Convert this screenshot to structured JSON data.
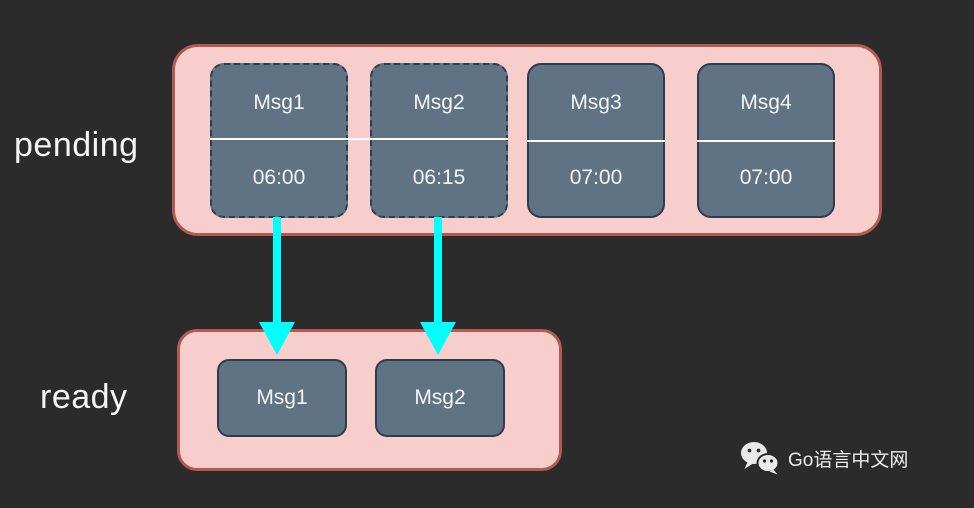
{
  "colors": {
    "background": "#2b2b2b",
    "container_fill": "#f8cecc",
    "container_border": "#b05a52",
    "box_fill": "#5f7385",
    "box_border": "#2e3c50",
    "divider": "#ffffff",
    "arrow": "#00ffff",
    "text": "#f4f4f4"
  },
  "pending": {
    "label": "pending",
    "messages": [
      {
        "name": "Msg1",
        "time": "06:00",
        "border_style": "dashed"
      },
      {
        "name": "Msg2",
        "time": "06:15",
        "border_style": "dashed"
      },
      {
        "name": "Msg3",
        "time": "07:00",
        "border_style": "solid"
      },
      {
        "name": "Msg4",
        "time": "07:00",
        "border_style": "solid"
      }
    ]
  },
  "ready": {
    "label": "ready",
    "messages": [
      {
        "name": "Msg1"
      },
      {
        "name": "Msg2"
      }
    ]
  },
  "arrows": [
    {
      "from": "pending-msg1",
      "to": "ready-msg1"
    },
    {
      "from": "pending-msg2",
      "to": "ready-msg2"
    }
  ],
  "watermark": {
    "icon": "wechat-icon",
    "text": "Go语言中文网"
  }
}
